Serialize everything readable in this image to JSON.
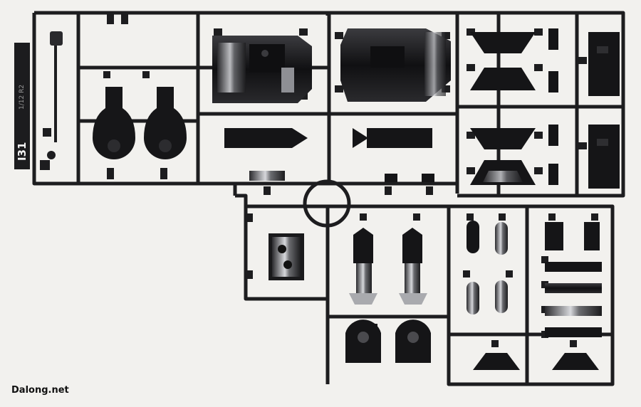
{
  "photo": {
    "watermark": "Dalong.net",
    "runner_code": "I31",
    "runner_scale": "1/12 R2"
  },
  "colors": {
    "background": "#f2f1ee",
    "plastic": "#1b1b1d",
    "highlight": "#bfc0c4"
  }
}
